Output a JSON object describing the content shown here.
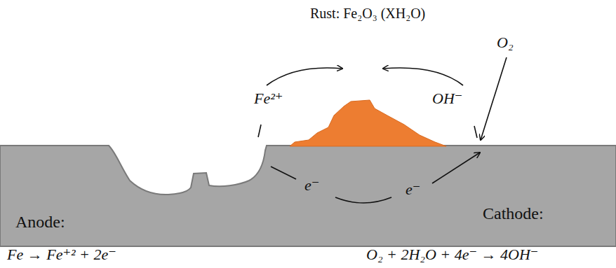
{
  "diagram": {
    "labels": [
      "Rust: Fe₂O₃ (XH₂O)",
      "O₂",
      "Fe²⁺",
      "OH⁻",
      "e⁻",
      "e⁻",
      "Anode:",
      "Cathode:",
      "Fe → Fe⁺² + 2e⁻",
      "O₂ + 2H₂O + 4e⁻ → 4OH⁻"
    ]
  }
}
